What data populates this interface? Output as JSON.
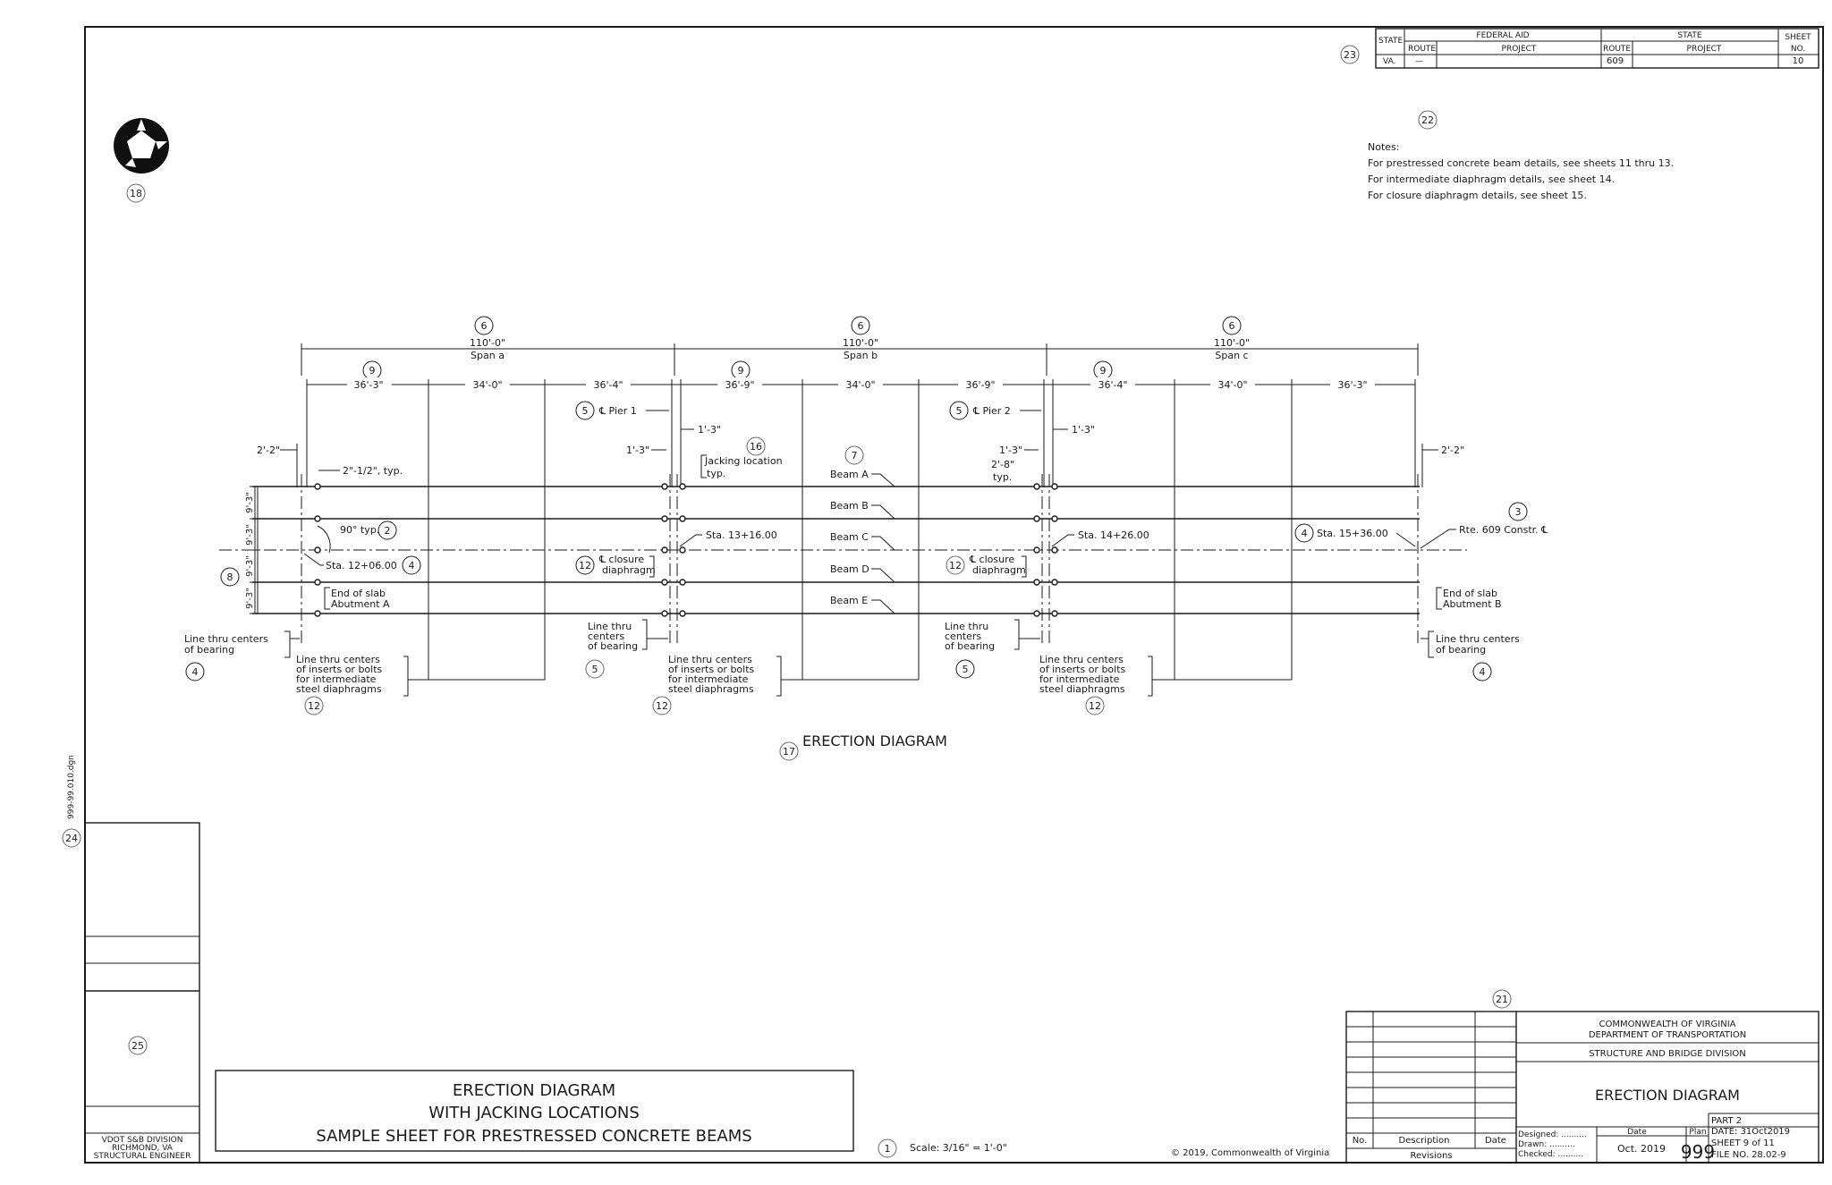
{
  "header_table": {
    "state_label": "STATE",
    "federal_aid_label": "FEDERAL AID",
    "state_group_label": "STATE",
    "route_label": "ROUTE",
    "project_label": "PROJECT",
    "route_label_2": "ROUTE",
    "project_label_2": "PROJECT",
    "sheet_label": "SHEET",
    "no_label": "NO.",
    "state_value": "VA.",
    "fed_route_value": "—",
    "state_route_value": "609",
    "sheet_value": "10"
  },
  "callouts": {
    "c23": "23",
    "c22": "22",
    "c18": "18",
    "c24": "24",
    "c25": "25",
    "c21": "21",
    "c17": "17",
    "c1": "1",
    "c3": "3",
    "c7": "7",
    "c16": "16",
    "c8": "8",
    "c2": "2",
    "c6": "6",
    "c9": "9",
    "c5": "5",
    "c4": "4",
    "c12": "12"
  },
  "notes": {
    "title": "Notes:",
    "line1": "For prestressed concrete beam details, see sheets 11 thru 13.",
    "line2": "For intermediate diaphragm details, see sheet 14.",
    "line3": "For closure diaphragm details, see sheet 15."
  },
  "spans": [
    {
      "length": "110'-0\"",
      "name": "Span a"
    },
    {
      "length": "110'-0\"",
      "name": "Span b"
    },
    {
      "length": "110'-0\"",
      "name": "Span c"
    }
  ],
  "segments": [
    "36'-3\"",
    "34'-0\"",
    "36'-4\"",
    "36'-9\"",
    "34'-0\"",
    "36'-9\"",
    "36'-4\"",
    "34'-0\"",
    "36'-3\""
  ],
  "piers": {
    "pier1": "℄ Pier 1",
    "pier2": "℄ Pier 2"
  },
  "dims": {
    "d_2_2_left": "2'-2\"",
    "d_2_2_right": "2'-2\"",
    "d_1_3_a": "1'-3\"",
    "d_1_3_b": "1'-3\"",
    "d_1_3_c": "1'-3\"",
    "d_1_3_d": "1'-3\"",
    "d_2_8": "2'-8\"",
    "typ": "typ.",
    "d_2_half": "2\"-1/2\", typ.",
    "d_90": "90° typ.",
    "s1": "9'-3\"",
    "s2": "9'-3\"",
    "s3": "9'-3\"",
    "s4": "9'-3\""
  },
  "beams": [
    "Beam A",
    "Beam B",
    "Beam C",
    "Beam D",
    "Beam E"
  ],
  "stations": {
    "sta1": "Sta. 12+06.00",
    "sta2": "Sta. 13+16.00",
    "sta3": "Sta. 14+26.00",
    "sta4": "Sta. 15+36.00"
  },
  "labels": {
    "jack1": "Jacking location",
    "jack2": "typ.",
    "closure1": "℄ closure",
    "closure2": "diaphragm",
    "closure1b": "℄ closure",
    "closure2b": "diaphragm",
    "route": "Rte. 609 Constr. ℄",
    "slabA1": "End of slab",
    "slabA2": "Abutment A",
    "slabB1": "End of slab",
    "slabB2": "Abutment B",
    "bearL1": "Line thru centers",
    "bearL2": "of bearing",
    "bearR1": "Line thru centers",
    "bearR2": "of bearing",
    "bearP1a": "Line thru",
    "bearP1b": "centers",
    "bearP1c": "of bearing",
    "bearP2a": "Line thru",
    "bearP2b": "centers",
    "bearP2c": "of bearing",
    "ins1": "Line thru centers",
    "ins2": "of inserts or bolts",
    "ins3": "for intermediate",
    "ins4": "steel diaphragms"
  },
  "diagram_title": "ERECTION DIAGRAM",
  "side_file": "999-99.010.dgn",
  "left_block": {
    "line1": "VDOT S&B DIVISION",
    "line2": "RICHMOND, VA",
    "line3": "STRUCTURAL ENGINEER"
  },
  "sheet_title": {
    "line1": "ERECTION DIAGRAM",
    "line2": "WITH JACKING LOCATIONS",
    "line3": "SAMPLE SHEET FOR PRESTRESSED CONCRETE BEAMS"
  },
  "scale": "Scale: 3/16\" = 1'-0\"",
  "copyright": "© 2019, Commonwealth of Virginia",
  "title_block": {
    "org1": "COMMONWEALTH OF VIRGINIA",
    "org2": "DEPARTMENT OF TRANSPORTATION",
    "division": "STRUCTURE AND BRIDGE DIVISION",
    "title": "ERECTION DIAGRAM",
    "no": "No.",
    "description": "Description",
    "date": "Date",
    "revisions": "Revisions",
    "designed": "Designed: ..........",
    "drawn": "Drawn: ..........",
    "checked": "Checked: ..........",
    "date_label": "Date",
    "date_value": "Oct. 2019",
    "plan_label": "Plan",
    "plan_value": "999",
    "part": "PART 2",
    "date_stamp": "DATE: 31Oct2019",
    "sheet_of": "SHEET 9 of 11",
    "file_no": "FILE NO. 28.02-9"
  }
}
